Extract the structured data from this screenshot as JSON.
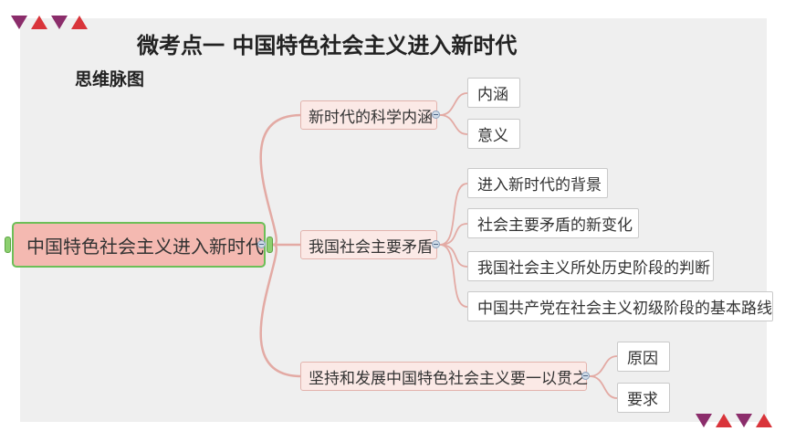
{
  "slide": {
    "title": "微考点一 中国特色社会主义进入新时代",
    "subtitle": "思维脉图"
  },
  "colors": {
    "panel": "#efefef",
    "connector": "#e3aaa4",
    "central_fill": "#f4b9b1",
    "central_border": "#6cbf57",
    "deco_purple": "#8b2d6b",
    "deco_red": "#d9343a"
  },
  "mindmap": {
    "central": "中国特色社会主义进入新时代",
    "branches": [
      {
        "label": "新时代的科学内涵",
        "children": [
          "内涵",
          "意义"
        ]
      },
      {
        "label": "我国社会主要矛盾",
        "children": [
          "进入新时代的背景",
          "社会主要矛盾的新变化",
          "我国社会主义所处历史阶段的判断",
          "中国共产党在社会主义初级阶段的基本路线"
        ]
      },
      {
        "label": "坚持和发展中国特色社会主义要一以贯之",
        "children": [
          "原因",
          "要求"
        ]
      }
    ]
  }
}
